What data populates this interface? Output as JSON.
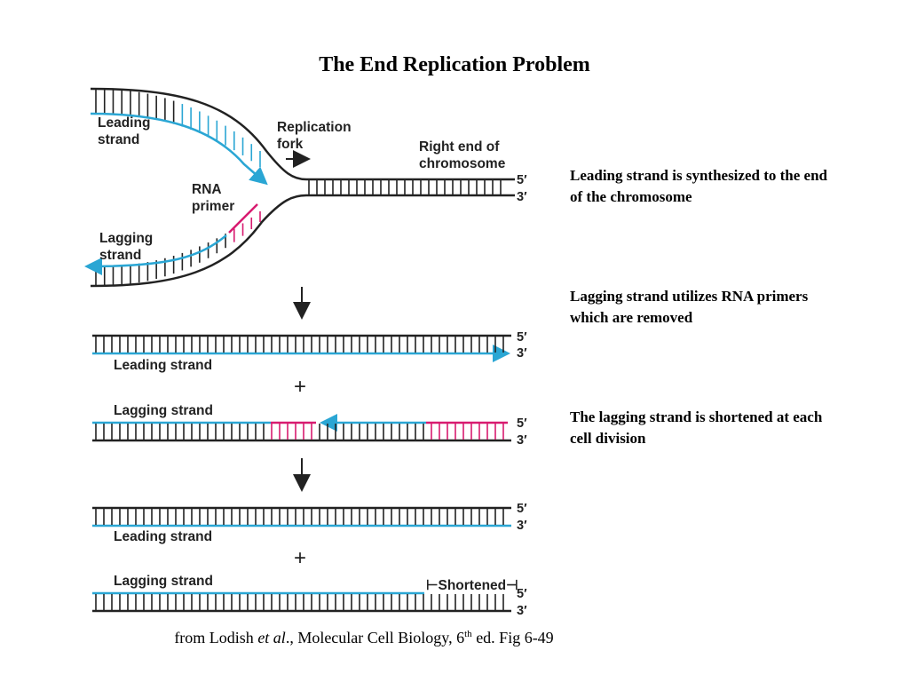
{
  "title": "The End Replication Problem",
  "colors": {
    "leading": "#2aa6d4",
    "primer": "#d81b70",
    "template": "#222222"
  },
  "notes": [
    "Leading strand is synthesized to the end of the chromosome",
    "Lagging strand utilizes RNA primers which are removed",
    "The lagging strand is shortened at each cell division"
  ],
  "diagram": {
    "fork": {
      "leading_label_1": "Leading",
      "leading_label_2": "strand",
      "replication_fork_1": "Replication",
      "replication_fork_2": "fork",
      "right_end_1": "Right end of",
      "right_end_2": "chromosome",
      "rna_primer_1": "RNA",
      "rna_primer_2": "primer",
      "lagging_label_1": "Lagging",
      "lagging_label_2": "strand",
      "five_prime": "5′",
      "three_prime": "3′"
    },
    "step2": {
      "leading_label": "Leading strand",
      "lagging_label": "Lagging strand",
      "plus": "+",
      "five_prime": "5′",
      "three_prime": "3′"
    },
    "step3": {
      "leading_label": "Leading strand",
      "lagging_label": "Lagging strand",
      "plus": "+",
      "shortened": "⊢Shortened⊣",
      "five_prime": "5′",
      "three_prime": "3′"
    }
  },
  "credit": {
    "prefix": "from Lodish ",
    "et_al": "et al",
    "middle": "., Molecular Cell Biology, 6",
    "sup": "th",
    "suffix": " ed. Fig 6-49"
  }
}
